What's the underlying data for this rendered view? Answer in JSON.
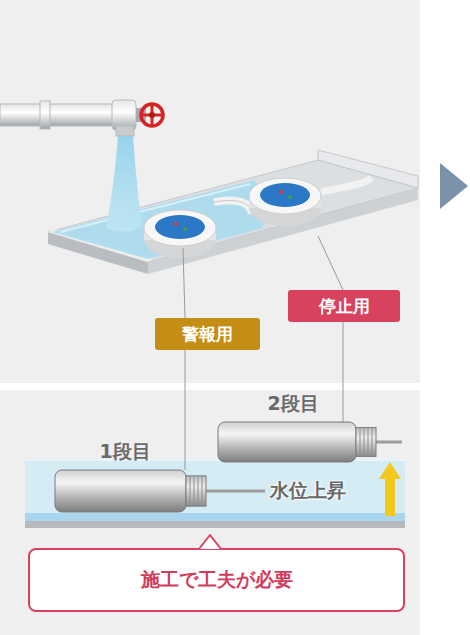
{
  "diagram": {
    "nodes": [
      {
        "text": [
          "警報用"
        ]
      },
      {
        "text": [
          "停止用"
        ]
      },
      {
        "text": [
          "1段目"
        ]
      },
      {
        "text": [
          "2段目"
        ]
      },
      {
        "text": [
          "施工で工夫が必要"
        ]
      }
    ],
    "edges": [
      {
        "from": 0,
        "to": 2,
        "arrow": "none"
      },
      {
        "from": 1,
        "to": 3,
        "arrow": "none"
      }
    ],
    "labels": [
      "水位上昇"
    ]
  }
}
